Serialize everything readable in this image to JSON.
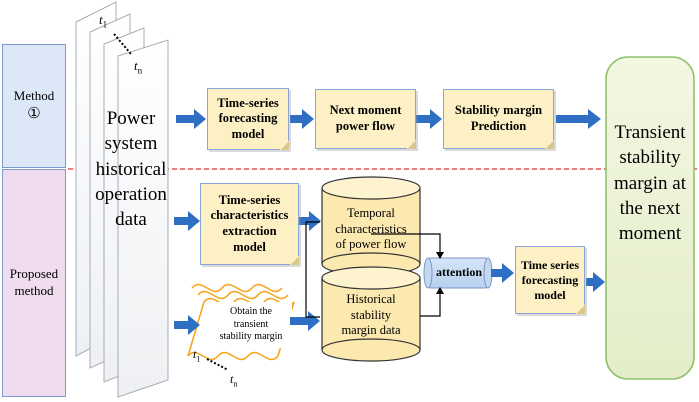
{
  "left_labels": {
    "method": "Method",
    "method_num": "①",
    "proposed": "Proposed\nmethod"
  },
  "data_stack": {
    "t1": "t",
    "t1_sub": "1",
    "tn": "t",
    "tn_sub": "n",
    "text": "Power\nsystem\nhistorical\noperation\ndata"
  },
  "method_row": {
    "forecast_model": "Time-series\nforecasting\nmodel",
    "next_power_flow": "Next moment\npower flow",
    "stability_prediction": "Stability margin\nPrediction"
  },
  "proposed_row": {
    "extraction_model": "Time-series\ncharacteristics\nextraction\nmodel",
    "temporal_characteristics": "Temporal\ncharacteristics\nof power flow",
    "historical_margin": "Historical\nstability\nmargin data",
    "attention": "attention",
    "ts_forecast_model": "Time series\nforecasting\nmodel",
    "obtain_margin": "Obtain the\ntransient\nstability margin",
    "t1": "t",
    "t1_sub": "1",
    "tn": "t",
    "tn_sub": "n"
  },
  "output": {
    "text": "Transient\nstability\nmargin at\nthe next\nmoment"
  },
  "colors": {
    "method_fill": "#dce8f7",
    "proposed_fill": "#f0dcef",
    "note_fill": "#fdf0c4",
    "cylinder_fill": "#fbe9b0",
    "output_fill": "#eff5dc",
    "output_border": "#8fc06a",
    "arrow": "#2e6fc4",
    "divider": "#e03030",
    "waves": "#f5a623"
  }
}
